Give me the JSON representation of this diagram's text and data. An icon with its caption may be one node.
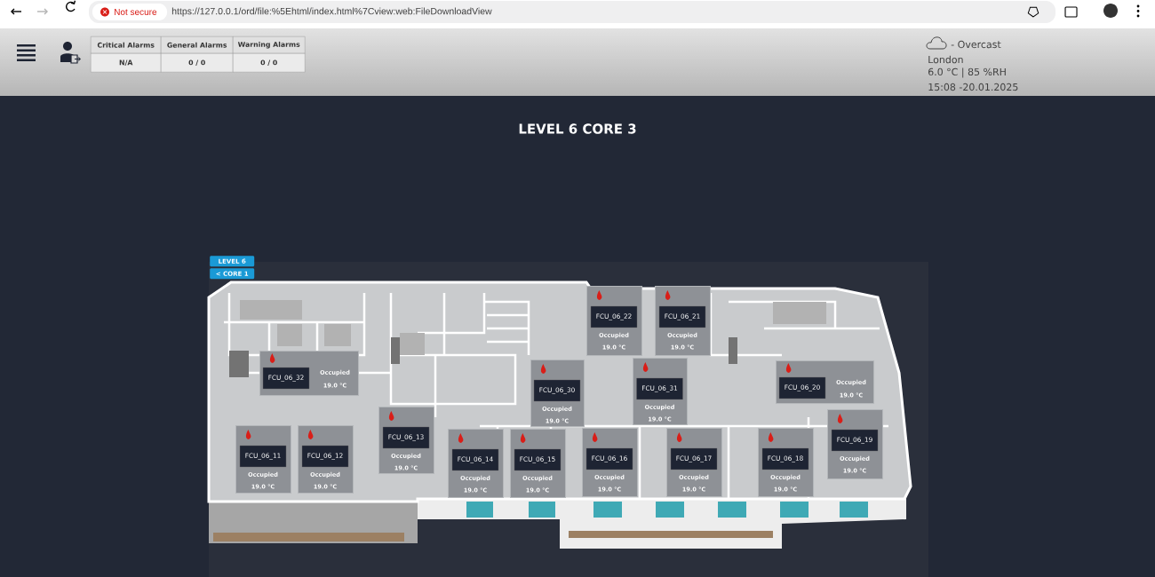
{
  "diagram": {
    "title": "LEVEL 6 CORE 3",
    "nodes": [
      {
        "text": [
          "FCU_06_22",
          "Occupied",
          "19.0 °C"
        ]
      },
      {
        "text": [
          "FCU_06_21",
          "Occupied",
          "19.0 °C"
        ]
      },
      {
        "text": [
          "FCU_06_32",
          "Occupied",
          "19.0 °C"
        ]
      },
      {
        "text": [
          "FCU_06_30",
          "Occupied",
          "19.0 °C"
        ]
      },
      {
        "text": [
          "FCU_06_31",
          "Occupied",
          "19.0 °C"
        ]
      },
      {
        "text": [
          "FCU_06_20",
          "Occupied",
          "19.0 °C"
        ]
      },
      {
        "text": [
          "FCU_06_13",
          "Occupied",
          "19.0 °C"
        ]
      },
      {
        "text": [
          "FCU_06_19",
          "Occupied",
          "19.0 °C"
        ]
      },
      {
        "text": [
          "FCU_06_11",
          "Occupied",
          "19.0 °C"
        ]
      },
      {
        "text": [
          "FCU_06_12",
          "Occupied",
          "19.0 °C"
        ]
      },
      {
        "text": [
          "FCU_06_14",
          "Occupied",
          "19.0 °C"
        ]
      },
      {
        "text": [
          "FCU_06_15",
          "Occupied",
          "19.0 °C"
        ]
      },
      {
        "text": [
          "FCU_06_16",
          "Occupied",
          "19.0 °C"
        ]
      },
      {
        "text": [
          "FCU_06_17",
          "Occupied",
          "19.0 °C"
        ]
      },
      {
        "text": [
          "FCU_06_18",
          "Occupied",
          "19.0 °C"
        ]
      }
    ],
    "labels": [
      "Not secure",
      "https://127.0.0.1/ord/file:%5Ehtml/index.html%7Cview:web:FileDownloadView",
      "Critical Alarms",
      "General Alarms",
      "Warning Alarms",
      "N/A",
      "0 / 0",
      "0 / 0",
      "- Overcast",
      "London",
      "6.0 °C | 85 %RH",
      "15:08 -20.01.2025",
      "LEVEL 6",
      "< CORE 1"
    ]
  }
}
